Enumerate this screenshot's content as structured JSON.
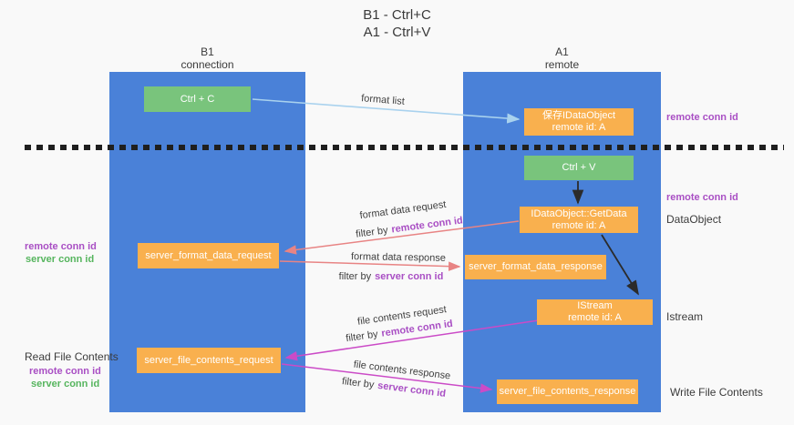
{
  "title": {
    "line1": "B1 - Ctrl+C",
    "line2": "A1 - Ctrl+V"
  },
  "columns": {
    "left": {
      "name": "B1",
      "subtitle": "connection"
    },
    "right": {
      "name": "A1",
      "subtitle": "remote"
    }
  },
  "boxes": {
    "ctrl_c": {
      "label": "Ctrl + C"
    },
    "clipboard_object": {
      "line1": "保存IDataObject",
      "line2": "remote id: A"
    },
    "ctrl_v": {
      "label": "Ctrl + V"
    },
    "getdata": {
      "line1": "IDataObject::GetData",
      "line2": "remote id: A"
    },
    "format_request": {
      "label": "server_format_data_request"
    },
    "format_response": {
      "label": "server_format_data_response"
    },
    "istream": {
      "line1": "IStream",
      "line2": "remote id: A"
    },
    "file_request": {
      "label": "server_file_contents_request"
    },
    "file_response": {
      "label": "server_file_contents_response"
    }
  },
  "flow_labels": {
    "format_list": "format list",
    "format_data_request": "format data request",
    "format_data_response": "format data response",
    "file_contents_request": "file contents request",
    "file_contents_response": "file contents response",
    "filter_by": "filter by",
    "remote_conn_id": "remote conn id",
    "server_conn_id": "server conn id"
  },
  "side_labels": {
    "right_remote_conn_id_top": "remote conn id",
    "right_remote_conn_id_mid": "remote conn id",
    "right_dataobject": "DataObject",
    "right_istream": "Istream",
    "right_write_file": "Write File Contents",
    "left_remote_conn_id_mid": "remote conn id",
    "left_server_conn_id_mid": "server conn id",
    "left_read_file": "Read File Contents",
    "left_remote_conn_id_bottom": "remote conn id",
    "left_server_conn_id_bottom": "server conn id"
  },
  "colors": {
    "column_blue": "#4a81d8",
    "box_orange": "#f9b04e",
    "box_green": "#79c47c",
    "arrow_salmon": "#e88484",
    "arrow_magenta": "#cb4bc7",
    "arrow_lightblue": "#a9d2ee",
    "arrow_black": "#2b2b2b",
    "text_purple": "#a94fc4",
    "text_green": "#56b55e"
  }
}
